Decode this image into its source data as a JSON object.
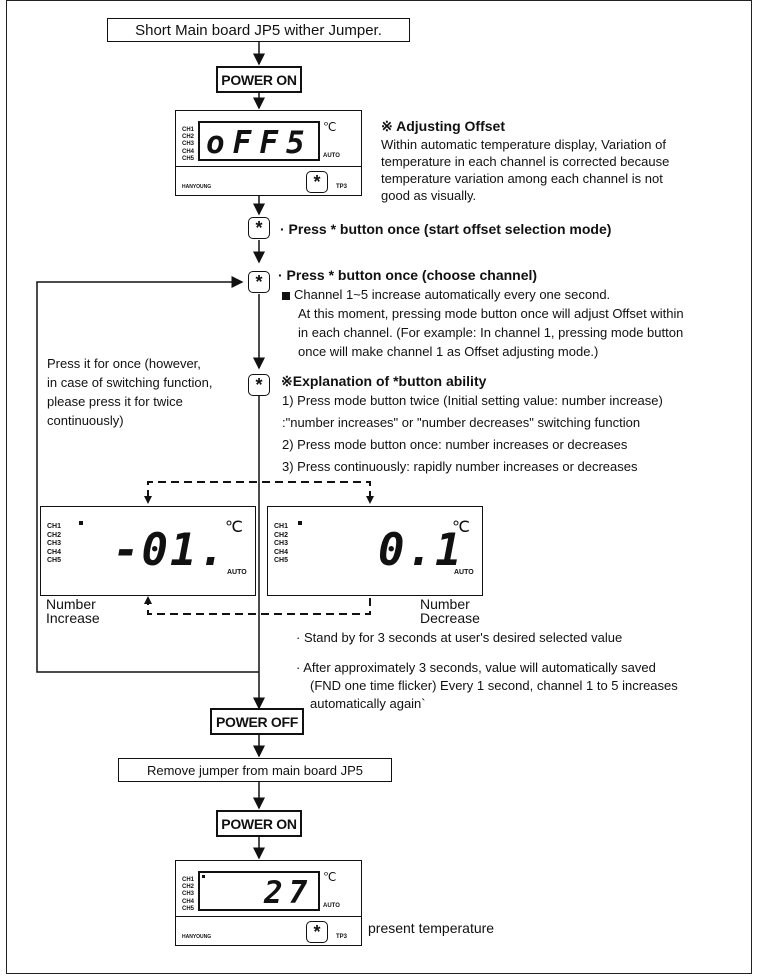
{
  "steps": {
    "short_jumper": "Short Main board JP5 wither Jumper.",
    "power_on_1": "POWER ON",
    "power_off": "POWER OFF",
    "remove_jumper": "Remove jumper from main board JP5",
    "power_on_2": "POWER ON"
  },
  "display_offset": {
    "channels": [
      "CH1",
      "CH2",
      "CH3",
      "CH4",
      "CH5"
    ],
    "reading": "oFF5",
    "unit": "℃",
    "mode": "AUTO",
    "brand": "HANYOUNG",
    "model": "TP3"
  },
  "display_final": {
    "channels": [
      "CH1",
      "CH2",
      "CH3",
      "CH4",
      "CH5"
    ],
    "reading": "27",
    "unit": "℃",
    "mode": "AUTO",
    "brand": "HANYOUNG",
    "model": "TP3",
    "caption": "present temperature"
  },
  "adjusting_offset": {
    "title": "※ Adjusting Offset",
    "lines": [
      "Within automatic temperature display, Variation of",
      "temperature in each channel is corrected because",
      "temperature variation among each channel is not",
      "good as visually."
    ]
  },
  "star_symbol": "*",
  "press_start": "· Press * button once (start offset selection mode)",
  "press_choose": {
    "title": "· Press * button once (choose channel)",
    "lines": [
      "Channel 1~5 increase automatically every one second.",
      "At this moment, pressing mode button once will adjust Offset within",
      "in each channel. (For example: In channel 1, pressing mode button",
      "once will make channel 1 as Offset adjusting mode.)"
    ]
  },
  "loop_note": [
    "Press it for once (however,",
    "in case of switching function,",
    "please press it for twice",
    "continuously)"
  ],
  "explanation": {
    "title": "※Explanation of *button ability",
    "lines": [
      "1) Press mode button twice (Initial setting value: number increase)",
      ":\"number increases\" or \"number decreases\" switching function",
      "2) Press mode button once: number increases or decreases",
      "3) Press continuously: rapidly number increases or decreases"
    ]
  },
  "display_increase": {
    "channels": [
      "CH1",
      "CH2",
      "CH3",
      "CH4",
      "CH5"
    ],
    "reading": "-01.",
    "unit": "℃",
    "mode": "AUTO",
    "label": [
      "Number",
      "Increase"
    ]
  },
  "display_decrease": {
    "channels": [
      "CH1",
      "CH2",
      "CH3",
      "CH4",
      "CH5"
    ],
    "reading": "0.1",
    "unit": "℃",
    "mode": "AUTO",
    "label": [
      "Number",
      "Decrease"
    ]
  },
  "standby": "· Stand by for 3 seconds at user's desired selected value",
  "after_save": [
    "·  After approximately 3 seconds, value will automatically saved",
    "(FND one time flicker)  Every 1 second, channel 1 to 5 increases",
    "automatically again`"
  ]
}
